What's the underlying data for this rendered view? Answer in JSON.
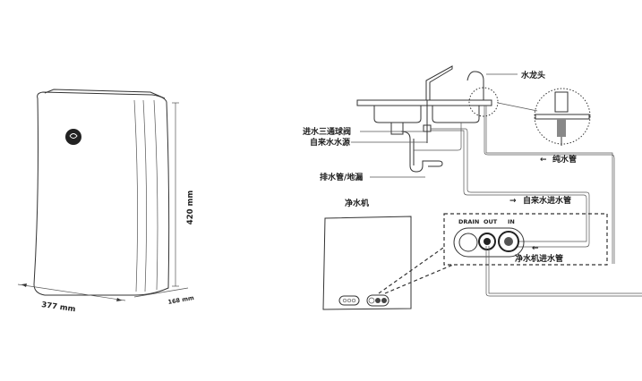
{
  "product_dimensions": {
    "height": "420 mm",
    "width": "377 mm",
    "depth": "168 mm"
  },
  "labels": {
    "faucet": "水龙头",
    "three_way_valve": "进水三通球阀",
    "tap_water_source": "自来水水源",
    "drain": "排水管/地漏",
    "pure_water_pipe": "纯水管",
    "tap_water_inlet_pipe": "自来水进水管",
    "purifier": "净水机",
    "purifier_inlet_pipe": "净水机进水管"
  },
  "ports": {
    "drain": "DRAIN",
    "out": "OUT",
    "in": "IN"
  },
  "arrows": {
    "left": "←",
    "right": "→"
  }
}
